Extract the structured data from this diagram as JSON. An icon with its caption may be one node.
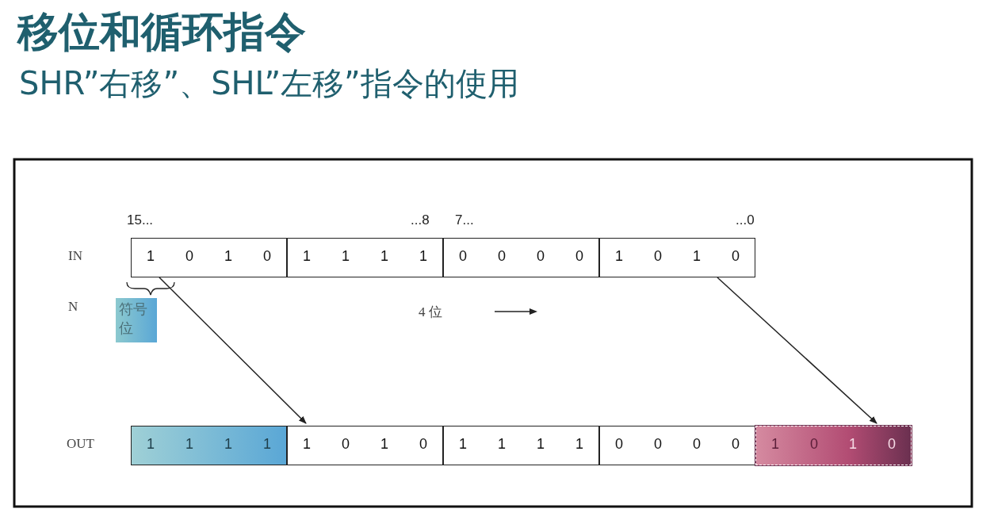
{
  "diagram": {
    "title": "移位和循环指令",
    "nodes": [
      {
        "text": [
          "1",
          "0",
          "1",
          "0"
        ]
      },
      {
        "text": [
          "1",
          "1",
          "1",
          "1"
        ]
      },
      {
        "text": [
          "0",
          "0",
          "0",
          "0"
        ]
      },
      {
        "text": [
          "1",
          "0",
          "1",
          "0"
        ]
      },
      {
        "text": [
          "符号位"
        ]
      },
      {
        "text": [
          "1",
          "1",
          "1",
          "1"
        ]
      },
      {
        "text": [
          "1",
          "0",
          "1",
          "0"
        ]
      },
      {
        "text": [
          "1",
          "1",
          "1",
          "1"
        ]
      },
      {
        "text": [
          "0",
          "0",
          "0",
          "0"
        ]
      },
      {
        "text": [
          "1",
          "0",
          "1",
          "0"
        ]
      }
    ],
    "edges": [
      {
        "from": 0,
        "to": 6,
        "arrow": "to"
      },
      {
        "from": 3,
        "to": 9,
        "arrow": "to"
      }
    ],
    "labels": [
      "SHR”右移”、SHL”左移”指令的使用",
      "15...",
      "...8",
      "7...",
      "...0",
      "IN",
      "N",
      "4 位",
      "OUT"
    ]
  }
}
